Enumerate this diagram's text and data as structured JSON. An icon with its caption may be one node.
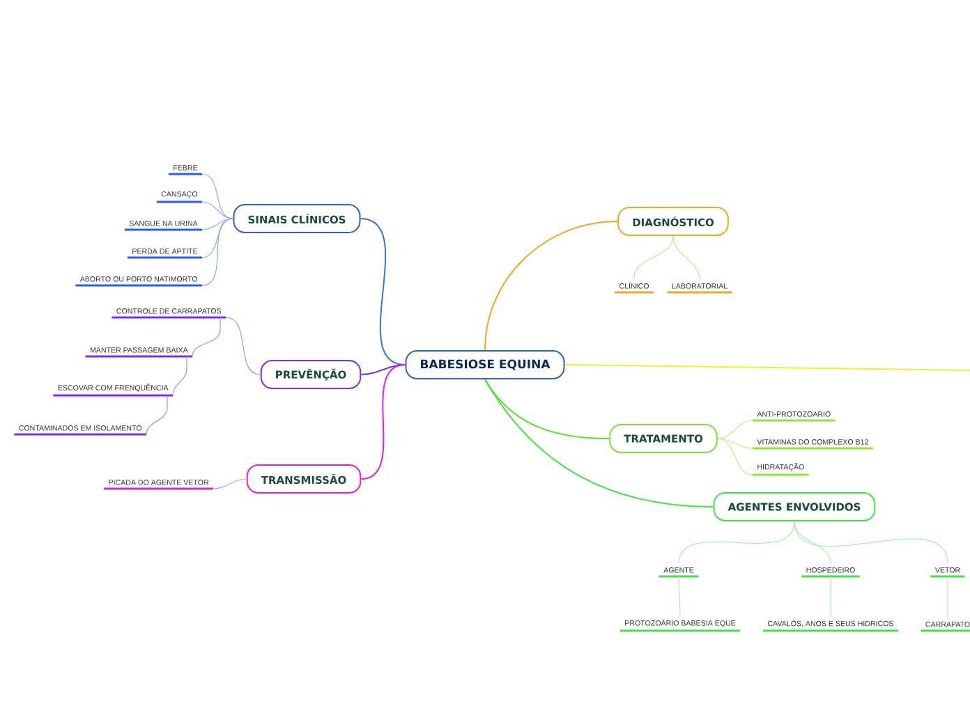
{
  "diagram": {
    "nodes": [
      {
        "text": [
          "BABESIOSE EQUINA"
        ]
      },
      {
        "text": [
          "SINAIS CLÍNICOS"
        ]
      },
      {
        "text": [
          "FEBRE"
        ]
      },
      {
        "text": [
          "CANSAÇO"
        ]
      },
      {
        "text": [
          "SANGUE NA URINA"
        ]
      },
      {
        "text": [
          "PERDA DE APTITE"
        ]
      },
      {
        "text": [
          "ABORTO OU PORTO NATIMORTO"
        ]
      },
      {
        "text": [
          "DIAGNÓSTICO"
        ]
      },
      {
        "text": [
          "CLÍNICO"
        ]
      },
      {
        "text": [
          "LABORATORIAL"
        ]
      },
      {
        "text": [
          "PREVÊNÇÃO"
        ]
      },
      {
        "text": [
          "CONTROLE DE CARRAPATOS"
        ]
      },
      {
        "text": [
          "MANTER PASSAGEM BAIXA"
        ]
      },
      {
        "text": [
          "ESCOVAR COM FRENQUÊNCIA"
        ]
      },
      {
        "text": [
          "CONTAMINADOS EM ISOLAMENTO"
        ]
      },
      {
        "text": [
          "TRANSMISSÃO"
        ]
      },
      {
        "text": [
          "PICADA DO AGENTE VETOR"
        ]
      },
      {
        "text": [
          "TRATAMENTO"
        ]
      },
      {
        "text": [
          "ANTI-PROTOZOARIO"
        ]
      },
      {
        "text": [
          "VITAMINAS DO COMPLEXO B12"
        ]
      },
      {
        "text": [
          "HIDRATAÇÃO"
        ]
      },
      {
        "text": [
          "AGENTES ENVOLVIDOS"
        ]
      },
      {
        "text": [
          "AGENTE"
        ]
      },
      {
        "text": [
          "HOSPEDEIRO"
        ]
      },
      {
        "text": [
          "VETOR"
        ]
      },
      {
        "text": [
          "PROTOZOÁRIO BABESIA EQUE"
        ]
      },
      {
        "text": [
          "CAVALOS, ANOS E SEUS HIDRICOS"
        ]
      },
      {
        "text": [
          "CARRAPATO"
        ]
      }
    ],
    "edges": [
      {
        "from": 0,
        "to": 1,
        "arrow": "none",
        "color": "#3a6fe8"
      },
      {
        "from": 1,
        "to": 2,
        "arrow": "none",
        "color": "#8aa8f0"
      },
      {
        "from": 1,
        "to": 3,
        "arrow": "none",
        "color": "#8aa8f0"
      },
      {
        "from": 1,
        "to": 4,
        "arrow": "none",
        "color": "#8aa8f0"
      },
      {
        "from": 1,
        "to": 5,
        "arrow": "none",
        "color": "#8aa8f0"
      },
      {
        "from": 1,
        "to": 6,
        "arrow": "none",
        "color": "#8aa8f0"
      },
      {
        "from": 0,
        "to": 7,
        "arrow": "none",
        "color": "#f5a623"
      },
      {
        "from": 7,
        "to": 8,
        "arrow": "none",
        "color": "#f8c98a"
      },
      {
        "from": 7,
        "to": 9,
        "arrow": "none",
        "color": "#f8c98a"
      },
      {
        "from": 0,
        "to": null,
        "arrow": "none",
        "color": "#f0f030"
      },
      {
        "from": 0,
        "to": 10,
        "arrow": "none",
        "color": "#7b2ff2"
      },
      {
        "from": 10,
        "to": 11,
        "arrow": "none",
        "color": "#b08af0"
      },
      {
        "from": 11,
        "to": 12,
        "arrow": "none",
        "color": "#b08af0"
      },
      {
        "from": 12,
        "to": 13,
        "arrow": "none",
        "color": "#b08af0"
      },
      {
        "from": 13,
        "to": 14,
        "arrow": "none",
        "color": "#b08af0"
      },
      {
        "from": 0,
        "to": 15,
        "arrow": "none",
        "color": "#e020e0"
      },
      {
        "from": 15,
        "to": 16,
        "arrow": "none",
        "color": "#f08af0"
      },
      {
        "from": 0,
        "to": 17,
        "arrow": "none",
        "color": "#55e02a"
      },
      {
        "from": 17,
        "to": 18,
        "arrow": "none",
        "color": "#b8f08a"
      },
      {
        "from": 17,
        "to": 19,
        "arrow": "none",
        "color": "#b8f08a"
      },
      {
        "from": 17,
        "to": 20,
        "arrow": "none",
        "color": "#b8f08a"
      },
      {
        "from": 0,
        "to": 21,
        "arrow": "none",
        "color": "#44e044"
      },
      {
        "from": 21,
        "to": 22,
        "arrow": "none",
        "color": "#a8f0a8"
      },
      {
        "from": 21,
        "to": 23,
        "arrow": "none",
        "color": "#a8f0a8"
      },
      {
        "from": 21,
        "to": 24,
        "arrow": "none",
        "color": "#a8f0a8"
      },
      {
        "from": 22,
        "to": 25,
        "arrow": "none",
        "color": "#a8f0a8"
      },
      {
        "from": 23,
        "to": 26,
        "arrow": "none",
        "color": "#a8f0a8"
      },
      {
        "from": 24,
        "to": 27,
        "arrow": "none",
        "color": "#a8f0a8"
      }
    ]
  }
}
